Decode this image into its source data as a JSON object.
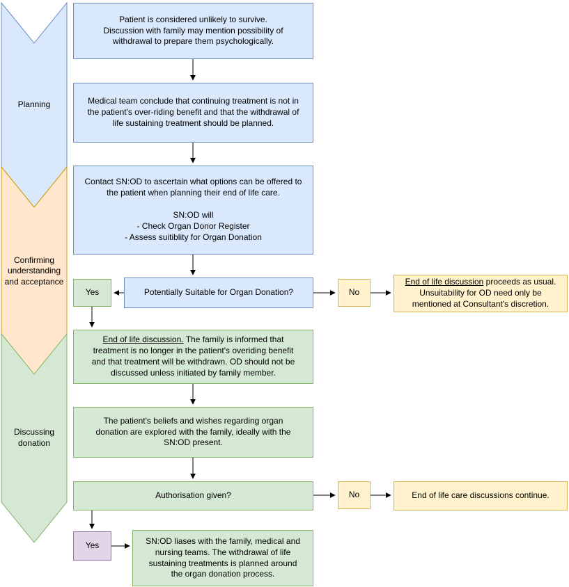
{
  "colors": {
    "blue_fill": "#dae8fc",
    "blue_stroke": "#6c8ebf",
    "green_fill": "#d5e8d4",
    "green_stroke": "#82b366",
    "yellow_fill": "#fff2cc",
    "yellow_stroke": "#d6b656",
    "purple_fill": "#e1d5e7",
    "purple_stroke": "#9673a6",
    "orange_fill": "#ffe6cc",
    "orange_stroke": "#d79b00",
    "arrow": "#000000"
  },
  "phases": [
    {
      "label": "Planning"
    },
    {
      "label": "Confirming understanding and acceptance"
    },
    {
      "label": "Discussing donation"
    }
  ],
  "nodes": {
    "survive": "Patient is considered unlikely to survive.\nDiscussion with family may mention possibility of\nwithdrawal to prepare them psychologically.",
    "conclude": "Medical team conclude that continuing treatment is not in\nthe patient's over-riding benefit and that the withdrawal of\nlife sustaining treatment should be planned.",
    "contact_snod": "Contact SN:OD to ascertain what options can be offered to\nthe patient when planning their end of life care.\n\nSN:OD will\n- Check Organ Donor Register\n- Assess suitiblity for Organ Donation",
    "suitable_q": "Potentially Suitable for Organ Donation?",
    "yes1": "Yes",
    "no1": "No",
    "unsuitable": {
      "underline": "End of life discussion",
      "rest": " proceeds as usual.\nUnsuitability for OD need only be\nmentioned at Consultant's discretion."
    },
    "eol_discussion": {
      "underline": "End of life discussion.",
      "rest": " The family is informed that\ntreatment is no longer in the patient's overiding benefit\nand that treatment will be withdrawn. OD should not be\ndiscussed unless initiated by family member."
    },
    "beliefs": "The patient's beliefs and wishes regarding organ\ndonation are explored with the family, ideally with the\nSN:OD present.",
    "auth_q": "Authorisation given?",
    "no2": "No",
    "eol_continue": "End of life care discussions continue.",
    "yes2": "Yes",
    "snod_liaises": "SN:OD liases with the family, medical and\nnursing teams. The withdrawal of life\nsustaining treatments is planned around\nthe organ donation process."
  }
}
